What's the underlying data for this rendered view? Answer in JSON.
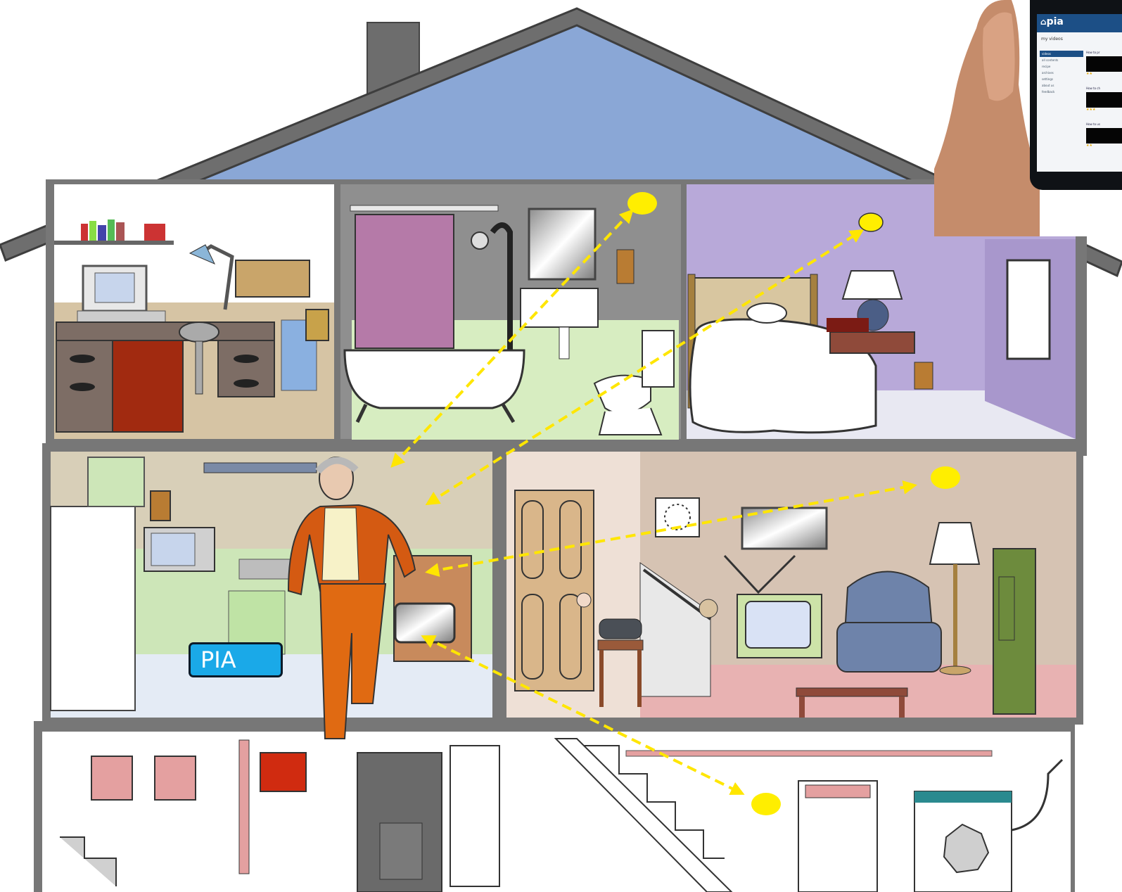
{
  "label": {
    "text": "PIA"
  },
  "tablet": {
    "logo": "pia",
    "title": "my videos",
    "nav_items": [
      "videos",
      "all contents",
      "recipe",
      "archives",
      "settings",
      "about us",
      "feedback"
    ],
    "videos": [
      {
        "title": "How to pr",
        "stars": "★★"
      },
      {
        "title": "How to ch",
        "stars": "★★★"
      },
      {
        "title": "How to us",
        "stars": "★★"
      }
    ]
  },
  "colors": {
    "sensor": "#ffee00",
    "arrow": "#ffe600",
    "label_bg": "#1aa9e8",
    "roof": "#8aa7d6"
  },
  "icons": [
    "sensor-dot",
    "dashed-double-arrow",
    "house-icon"
  ]
}
